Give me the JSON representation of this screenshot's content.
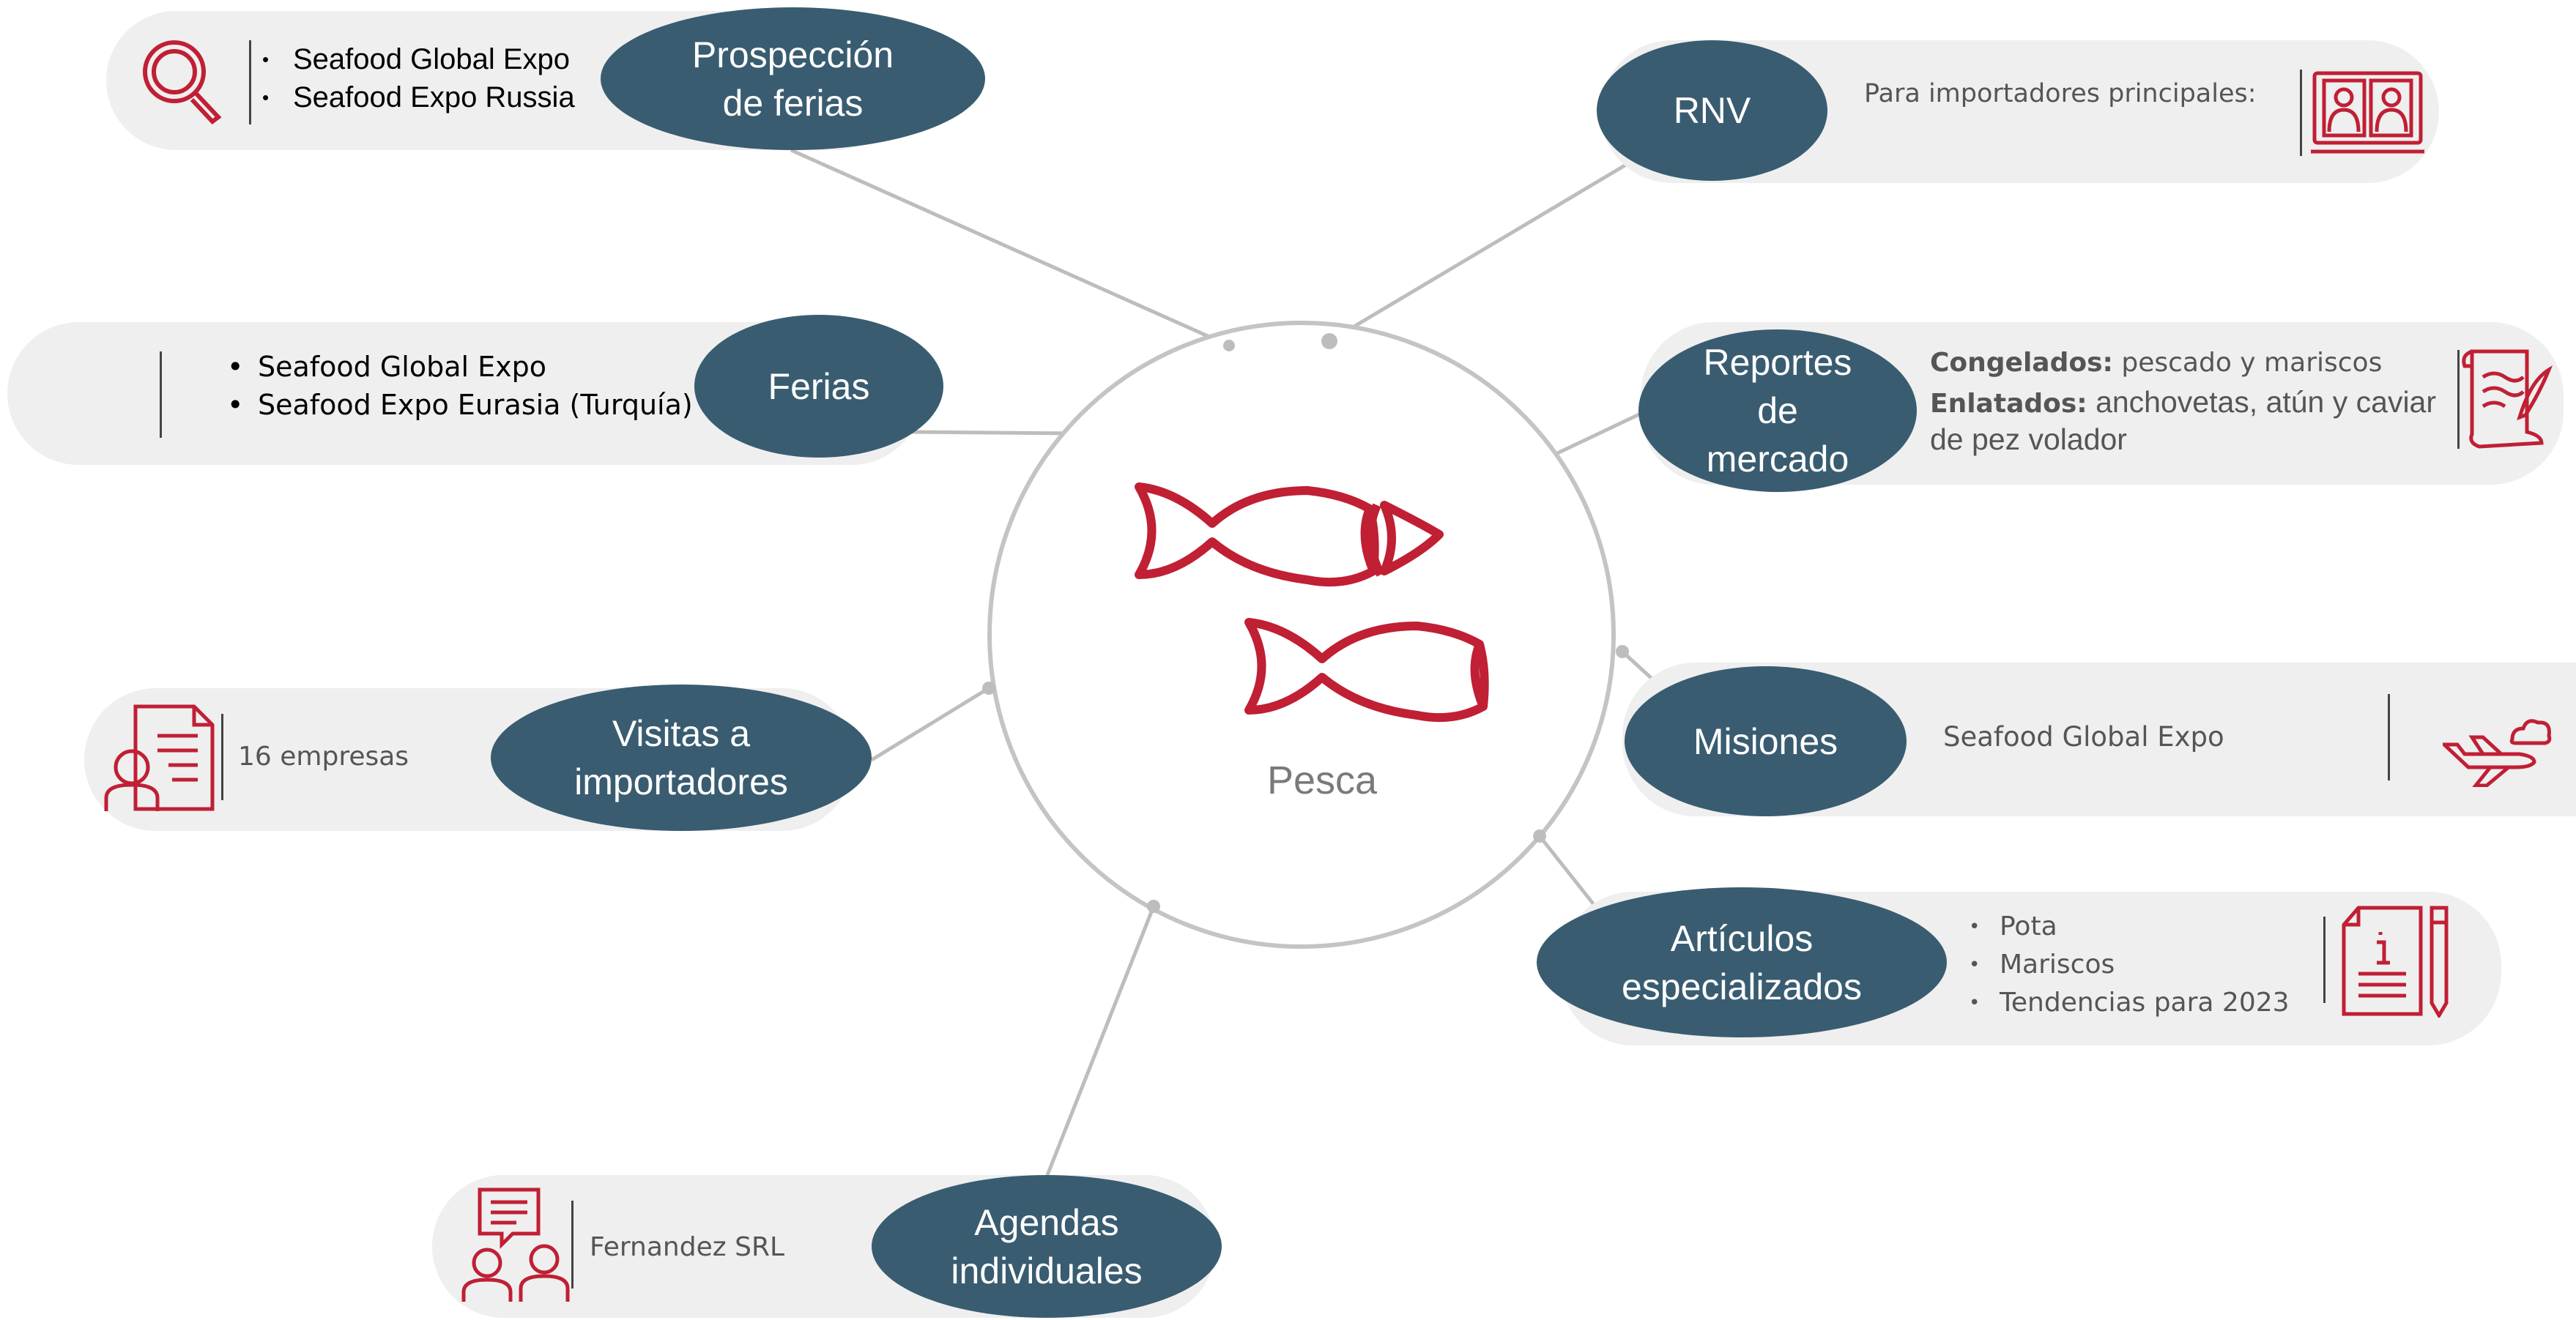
{
  "center": {
    "label": "Pesca"
  },
  "nodes": {
    "prospeccion": {
      "title_line1": "Prospección",
      "title_line2": "de ferias",
      "items": [
        "Seafood Global Expo",
        "Seafood Expo Russia"
      ]
    },
    "ferias": {
      "title": "Ferias",
      "items": [
        "Seafood Global Expo",
        "Seafood Expo Eurasia (Turquía)"
      ]
    },
    "visitas": {
      "title_line1": "Visitas a",
      "title_line2": "importadores",
      "text": "16 empresas"
    },
    "agendas": {
      "title_line1": "Agendas",
      "title_line2": "individuales",
      "text": "Fernandez SRL"
    },
    "rnv": {
      "title": "RNV",
      "text": "Para importadores principales:"
    },
    "reportes": {
      "title_line1": "Reportes",
      "title_line2": "de",
      "title_line3": "mercado",
      "line1_bold": "Congelados:",
      "line1_rest": " pescado y mariscos",
      "line2_bold": "Enlatados:",
      "line2_rest": "  anchovetas, atún y caviar",
      "line3": "de pez volador"
    },
    "misiones": {
      "title": "Misiones",
      "text": "Seafood Global Expo"
    },
    "articulos": {
      "title_line1": "Artículos",
      "title_line2": "especializados",
      "items": [
        "Pota",
        "Mariscos",
        "Tendencias para 2023"
      ]
    }
  },
  "icons": {
    "prospeccion": "magnifier-icon",
    "visitas": "person-document-icon",
    "agendas": "people-chat-icon",
    "rnv": "video-conference-icon",
    "reportes": "scroll-quill-icon",
    "misiones": "airplane-icon",
    "articulos": "info-document-pen-icon"
  },
  "colors": {
    "pill": "#395c70",
    "icon": "#c01f34",
    "bar": "#efefef",
    "connector": "#bdbdbd"
  }
}
